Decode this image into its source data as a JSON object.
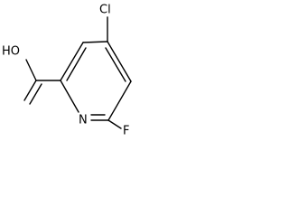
{
  "structure": {
    "atoms": {
      "hydroxyl": "HO",
      "chlorine": "Cl",
      "nitrogen": "N",
      "fluorine": "F"
    }
  }
}
